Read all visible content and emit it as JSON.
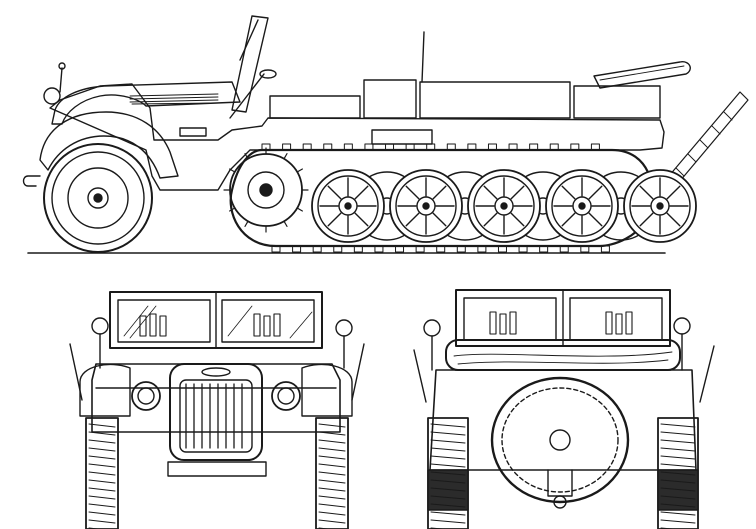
{
  "drawing": {
    "views": [
      {
        "id": "side-view"
      },
      {
        "id": "front-view"
      },
      {
        "id": "rear-view"
      }
    ],
    "colors": {
      "ink": "#1a1a1a",
      "paper": "#ffffff",
      "shade": "#2b2b2b"
    },
    "side_view": {
      "road_wheel_count": 5,
      "track_link_count": 34
    }
  }
}
